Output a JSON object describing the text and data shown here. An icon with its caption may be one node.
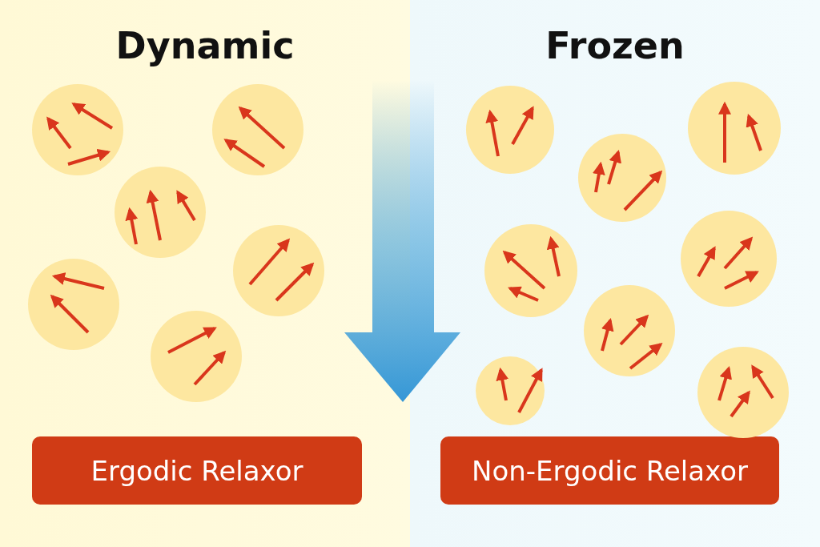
{
  "diagram": {
    "nodes": [
      {
        "text": [
          "Dynamic"
        ]
      },
      {
        "text": [
          "Ergodic Relaxor"
        ],
        "in": 0
      },
      {
        "text": [
          "Frozen"
        ]
      },
      {
        "text": [
          "Non-Ergodic Relaxor"
        ],
        "in": 2
      }
    ]
  }
}
